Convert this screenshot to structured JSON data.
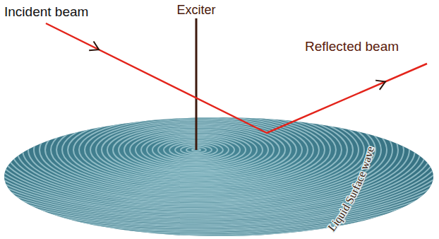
{
  "diagram": {
    "labels": [
      "Incident beam",
      "Exciter",
      "Reflected beam",
      "Liquid Surface wave"
    ]
  }
}
